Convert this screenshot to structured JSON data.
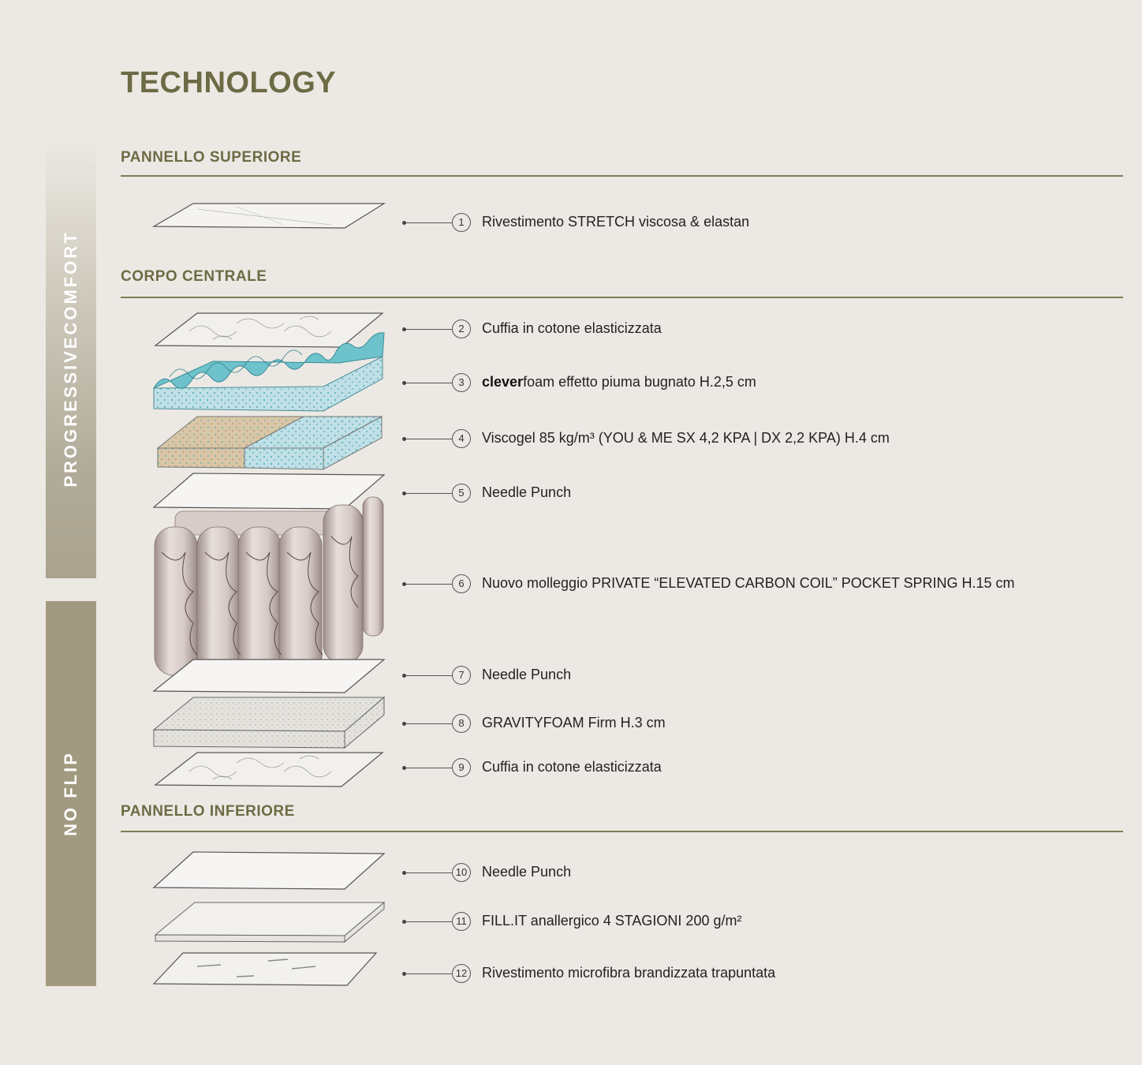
{
  "page": {
    "title": "TECHNOLOGY",
    "side_bands": {
      "progressive": "PROGRESSIVECOMFORT",
      "noflip": "NO FLIP"
    }
  },
  "sections": {
    "top": {
      "heading": "PANNELLO SUPERIORE"
    },
    "center": {
      "heading": "CORPO CENTRALE"
    },
    "bottom": {
      "heading": "PANNELLO INFERIORE"
    }
  },
  "layers": [
    {
      "number": "1",
      "label": "Rivestimento STRETCH viscosa & elastan"
    },
    {
      "number": "2",
      "label": "Cuffia in cotone elasticizzata"
    },
    {
      "number": "3",
      "brand_strong": "clever",
      "brand_light": "foam",
      "label": " effetto piuma bugnato H.2,5 cm"
    },
    {
      "number": "4",
      "label": "Viscogel 85 kg/m³ (YOU & ME SX 4,2 KPA | DX 2,2 KPA) H.4 cm"
    },
    {
      "number": "5",
      "label": "Needle Punch"
    },
    {
      "number": "6",
      "label": "Nuovo molleggio PRIVATE “ELEVATED CARBON COIL” POCKET SPRING H.15 cm"
    },
    {
      "number": "7",
      "label": "Needle Punch"
    },
    {
      "number": "8",
      "label": "GRAVITYFOAM Firm H.3 cm"
    },
    {
      "number": "9",
      "label": "Cuffia in cotone elasticizzata"
    },
    {
      "number": "10",
      "label": "Needle Punch"
    },
    {
      "number": "11",
      "label": "FILL.IT anallergico 4 STAGIONI 200 g/m²"
    },
    {
      "number": "12",
      "label": "Rivestimento microfibra brandizzata trapuntata"
    }
  ]
}
